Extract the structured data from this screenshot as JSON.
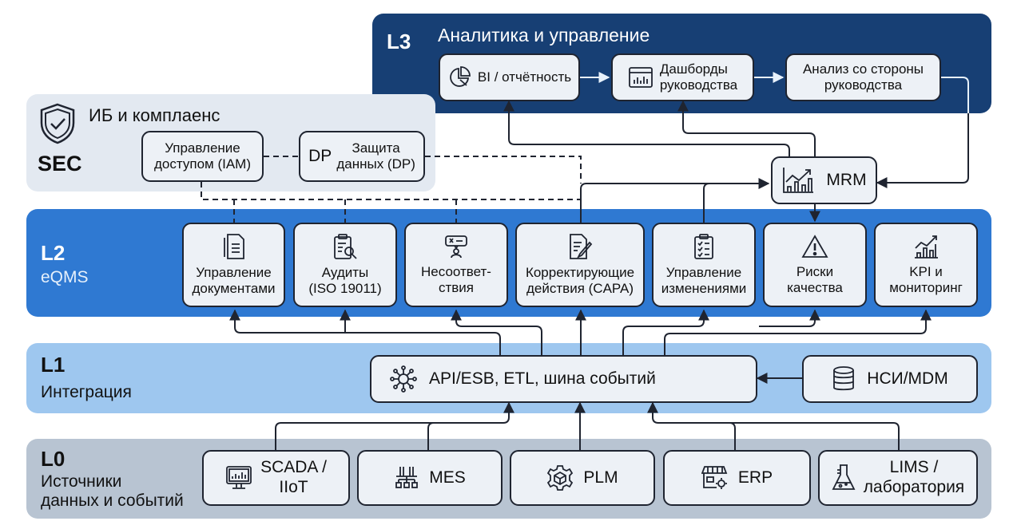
{
  "layers": {
    "l3": {
      "tag": "L3",
      "name": "Аналитика и управление"
    },
    "sec": {
      "tag": "SEC",
      "name": "ИБ и комплаенс"
    },
    "l2": {
      "tag": "L2",
      "name": "eQMS"
    },
    "l1": {
      "tag": "L1",
      "name": "Интеграция"
    },
    "l0": {
      "tag": "L0",
      "name": "Источники\nданных и событий"
    }
  },
  "l3_nodes": [
    {
      "label": "BI / отчётность",
      "icon": "pie-chart-icon"
    },
    {
      "label": "Дашборды\nруководства",
      "icon": "dashboard-icon"
    },
    {
      "label": "Анализ со стороны\nруководства",
      "icon": ""
    }
  ],
  "sec_nodes": [
    {
      "label": "Управление\nдоступом (IAM)"
    },
    {
      "label": "Защита\nданных (DP)",
      "prefix": "DP"
    }
  ],
  "mrm": {
    "label": "MRM",
    "icon": "growth-chart-icon"
  },
  "l2_nodes": [
    {
      "label": "Управление\nдокументами",
      "icon": "document-icon"
    },
    {
      "label": "Аудиты\n(ISO 19011)",
      "icon": "clipboard-search-icon"
    },
    {
      "label": "Несоответ-\nствия",
      "icon": "nonconformity-icon"
    },
    {
      "label": "Корректирующие\nдействия (CAPA)",
      "icon": "edit-document-icon"
    },
    {
      "label": "Управление\nизменениями",
      "icon": "checklist-icon"
    },
    {
      "label": "Риски\nкачества",
      "icon": "warning-icon"
    },
    {
      "label": "KPI и\nмониторинг",
      "icon": "kpi-chart-icon"
    }
  ],
  "l1_nodes": [
    {
      "label": "API/ESB, ETL, шина событий",
      "icon": "hub-icon"
    },
    {
      "label": "НСИ/MDM",
      "icon": "database-icon"
    }
  ],
  "l0_nodes": [
    {
      "label": "SCADA /\nIIoT",
      "icon": "monitor-chart-icon"
    },
    {
      "label": "MES",
      "icon": "factory-icon"
    },
    {
      "label": "PLM",
      "icon": "gear-cube-icon"
    },
    {
      "label": "ERP",
      "icon": "store-gear-icon"
    },
    {
      "label": "LIMS /\nлаборатория",
      "icon": "flask-icon"
    }
  ],
  "colors": {
    "l3": "#173f74",
    "sec": "#e3e9f1",
    "l2": "#2f79d2",
    "l1": "#9ec7ef",
    "l0": "#b8c4d2",
    "node_fill": "#edf1f6",
    "line": "#1f2430"
  }
}
